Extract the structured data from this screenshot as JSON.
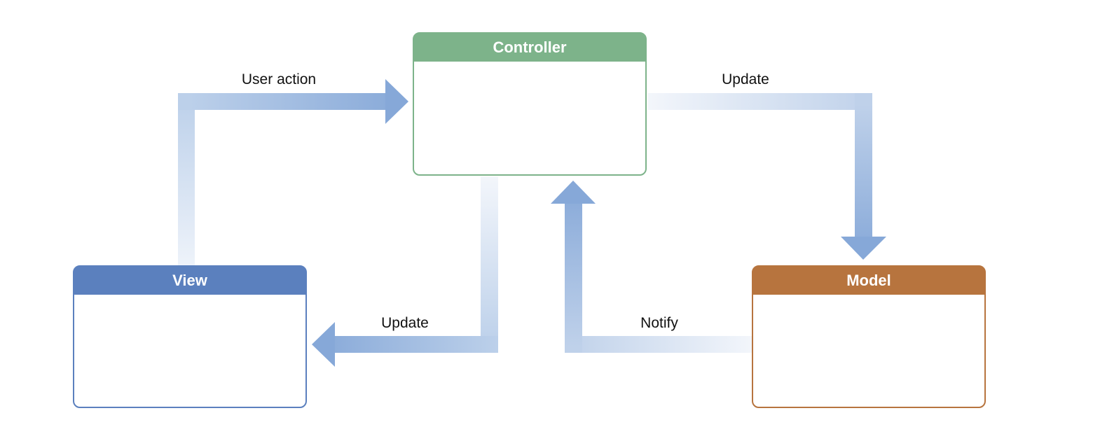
{
  "diagram": {
    "nodes": {
      "controller": {
        "title": "Controller",
        "color": "#7db38a"
      },
      "view": {
        "title": "View",
        "color": "#5b80be"
      },
      "model": {
        "title": "Model",
        "color": "#b7743e"
      }
    },
    "edges": {
      "user_action": {
        "label": "User action",
        "from": "View",
        "to": "Controller"
      },
      "update_model": {
        "label": "Update",
        "from": "Controller",
        "to": "Model"
      },
      "update_view": {
        "label": "Update",
        "from": "Controller",
        "to": "View"
      },
      "notify": {
        "label": "Notify",
        "from": "Model",
        "to": "Controller"
      }
    },
    "colors": {
      "arrow": "#88a9d9",
      "arrow_faded": "#eef3fa",
      "background": "#ffffff",
      "label_text": "#111111"
    }
  }
}
